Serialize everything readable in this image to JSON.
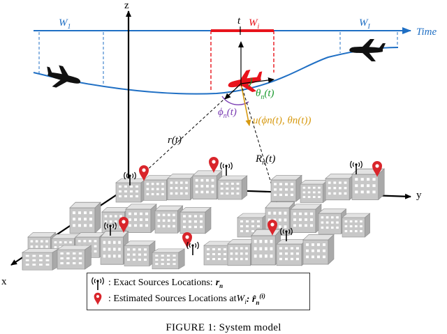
{
  "labels": {
    "z_axis": "z",
    "y_axis": "y",
    "x_axis": "x",
    "time_axis": "Time",
    "t_marker": "t",
    "window_1": "W",
    "window_1_sub": "1",
    "window_i": "W",
    "window_i_sub": "i",
    "window_I": "W",
    "window_I_sub": "I",
    "theta": "θ",
    "theta_sub": "n",
    "theta_arg": "(t)",
    "phi": "ϕ",
    "phi_sub": "n",
    "phi_arg": "(t)",
    "u_vector": "u(ϕ",
    "u_vector_full": "u(ϕn(t), θn(t))",
    "r_vector": "r(t)",
    "R_distance": "R",
    "R_sub": "n",
    "R_arg": "(t)"
  },
  "legend": {
    "exact_label": ": Exact Sources Locations: ",
    "exact_symbol": "r",
    "exact_symbol_sub": "n",
    "estimated_label": ": Estimated Sources Locations at ",
    "estimated_window": "W",
    "estimated_window_sub": "i",
    "estimated_symbol": ": r̂",
    "estimated_symbol_sub": "n",
    "estimated_symbol_sup": "(i)"
  },
  "caption": "FIGURE 1: System model",
  "colors": {
    "trajectory": "#1f6fc4",
    "highlight": "#e8131b",
    "theta": "#1a9a2e",
    "phi": "#7a3cb3",
    "u_vector": "#d79a12",
    "marker": "#d9252b",
    "building_front": "#c8c8c8",
    "building_top": "#e2e2e2"
  },
  "icons": {
    "exact_source": "antenna-icon",
    "estimated_source": "map-pin-icon",
    "drone": "airplane-icon"
  }
}
